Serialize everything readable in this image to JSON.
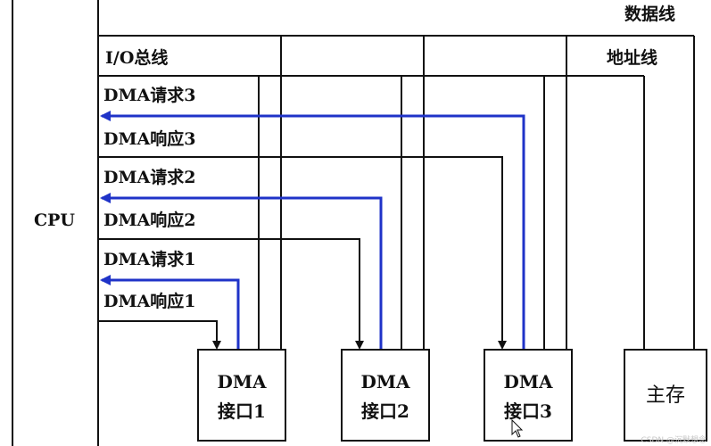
{
  "labels": {
    "data_bus": "数据线",
    "address_bus": "地址线",
    "io_bus": "I/O总线",
    "cpu": "CPU",
    "dma_req3": "DMA请求3",
    "dma_ack3": "DMA响应3",
    "dma_req2": "DMA请求2",
    "dma_ack2": "DMA响应2",
    "dma_req1": "DMA请求1",
    "dma_ack1": "DMA响应1"
  },
  "boxes": [
    {
      "line1": "DMA",
      "line2": "接口1"
    },
    {
      "line1": "DMA",
      "line2": "接口2"
    },
    {
      "line1": "DMA",
      "line2": "接口3"
    }
  ],
  "memory": "主存",
  "watermark": "CSDN @沉默想念",
  "colors": {
    "request_line": "#1f33c8",
    "line": "#111111"
  }
}
